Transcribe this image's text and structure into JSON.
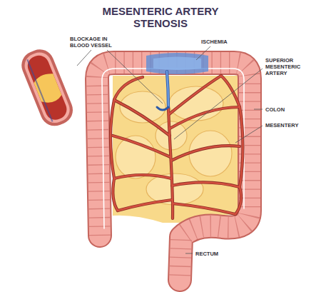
{
  "diagram": {
    "title": "MESENTERIC ARTERY STENOSIS",
    "labels": [
      "BLOCKAGE IN BLOOD VESSEL",
      "ISCHEMIA",
      "SUPERIOR MESENTERIC ARTERY",
      "COLON",
      "MESENTERY",
      "RECTUM"
    ]
  }
}
